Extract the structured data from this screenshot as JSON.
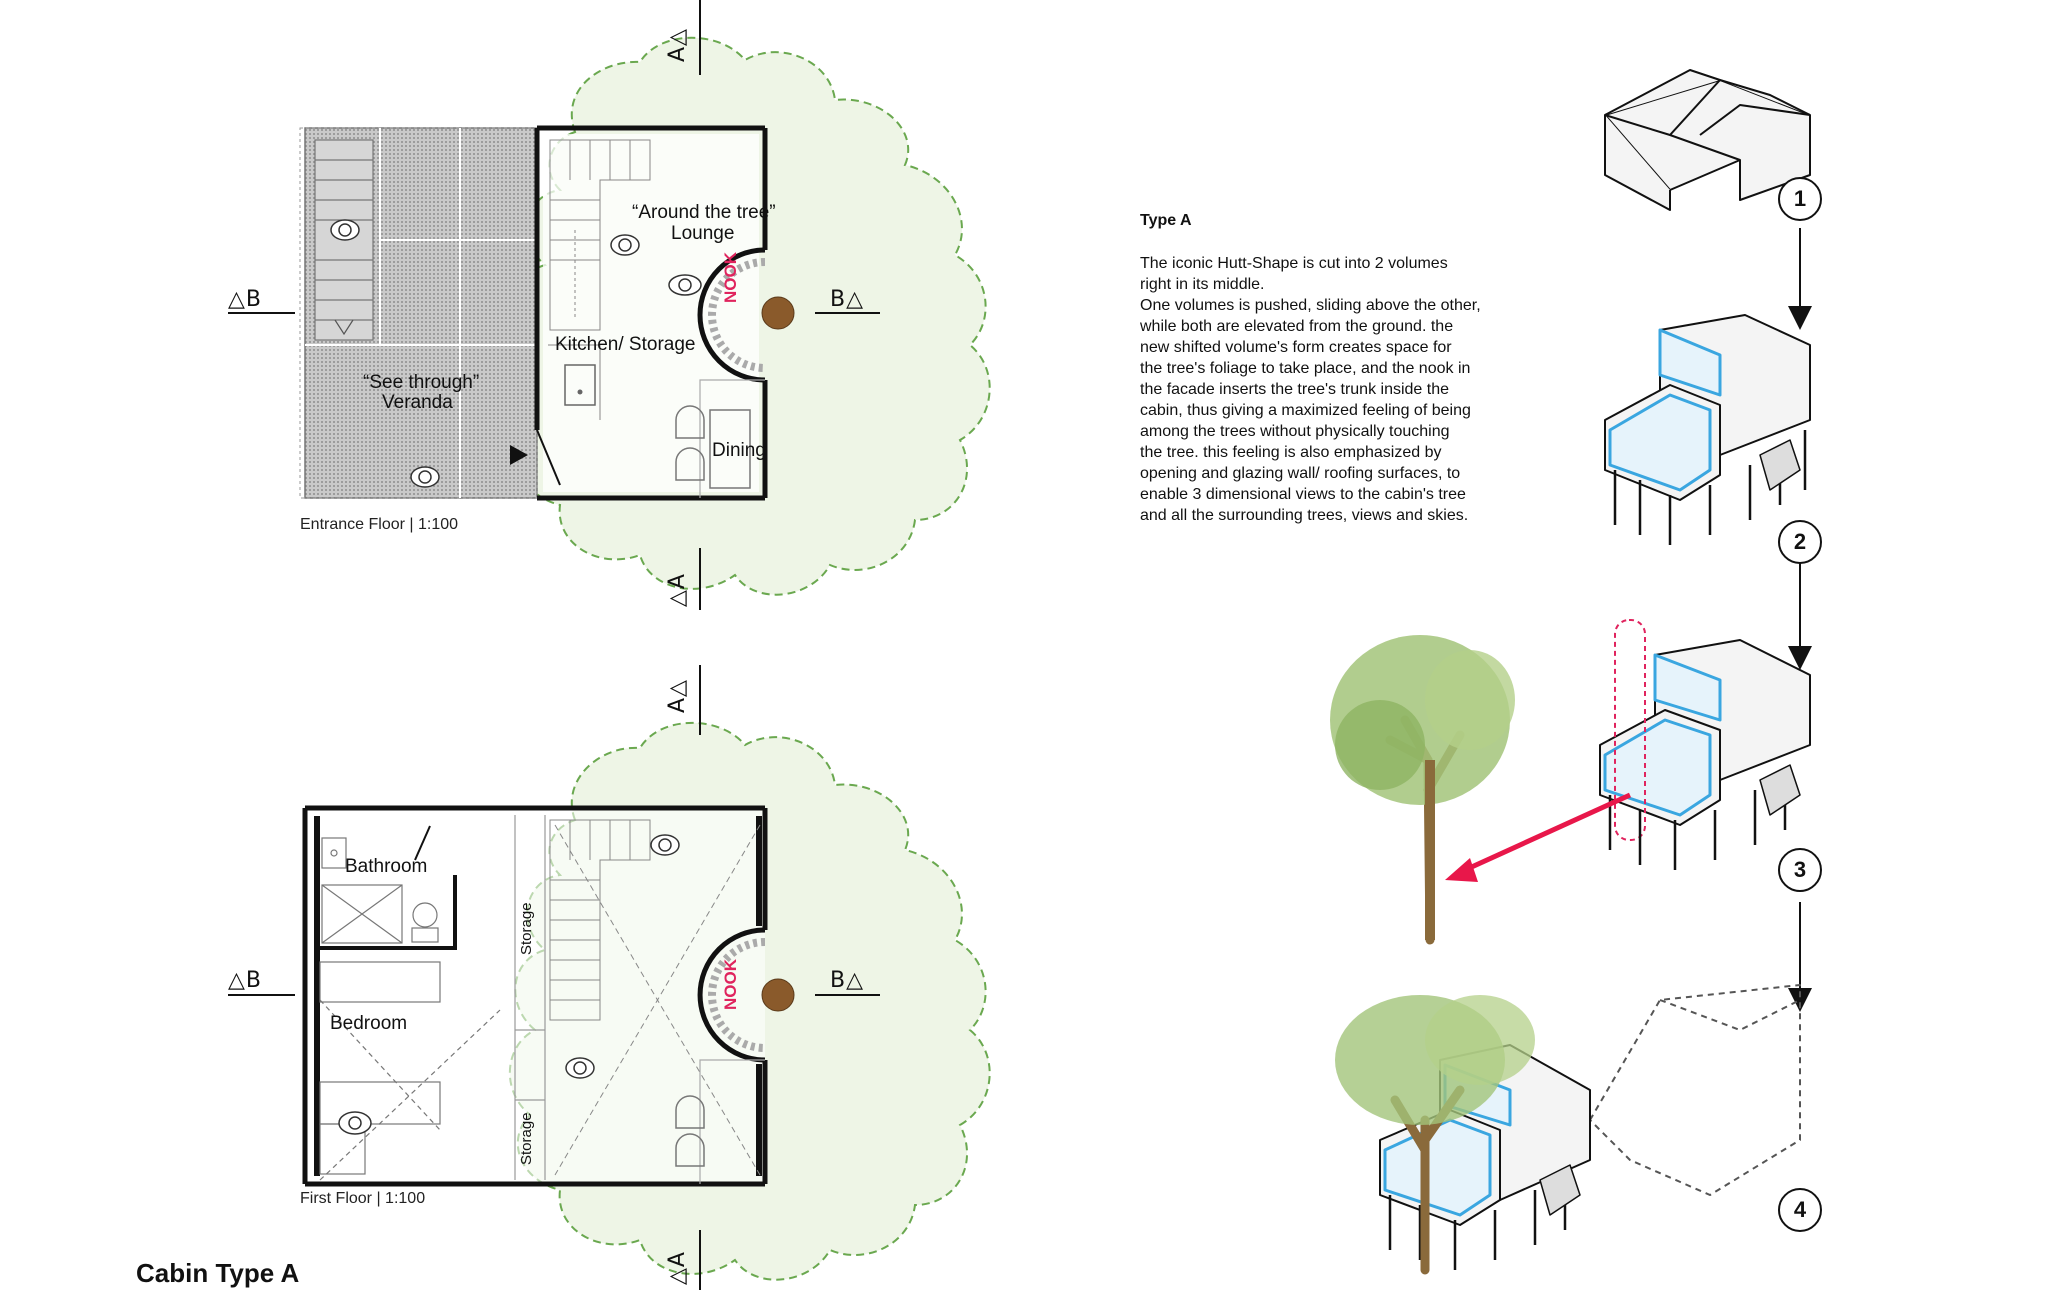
{
  "title": "Cabin Type A",
  "type_heading": "Type A",
  "description": [
    "The iconic Hutt-Shape is cut into 2 volumes",
    "right in its middle.",
    "One volumes is pushed, sliding above the other,",
    "while both are elevated from the ground. the",
    "new shifted volume's form creates space for",
    "the tree's foliage to take place, and the nook in",
    "the facade inserts the tree's trunk inside the",
    "cabin, thus giving a maximized feeling of being",
    "among the trees without physically touching",
    "the tree. this feeling is also emphasized by",
    "opening and glazing wall/ roofing surfaces, to",
    "enable 3 dimensional views to the cabin's tree",
    "and all the surrounding trees, views and skies."
  ],
  "entrance_floor": {
    "caption": "Entrance Floor | 1:100",
    "lounge_label_1": "“Around the tree”",
    "lounge_label_2": "Lounge",
    "veranda_label_1": "“See through”",
    "veranda_label_2": "Veranda",
    "kitchen_label": "Kitchen/ Storage",
    "dining_label": "Dining",
    "nook_label": "NOOK"
  },
  "first_floor": {
    "caption": "First Floor | 1:100",
    "bathroom_label": "Bathroom",
    "bedroom_label": "Bedroom",
    "storage_label_1": "Storage",
    "storage_label_2": "Storage",
    "nook_label": "NOOK"
  },
  "section_markers": {
    "a": "A",
    "b": "B",
    "triangle": "△"
  },
  "steps": [
    "1",
    "2",
    "3",
    "4"
  ],
  "colors": {
    "foliage_fill": "#eef5e6",
    "foliage_outline": "#6aa84f",
    "trunk": "#8a5a2b",
    "nook_text": "#e0245e",
    "glazing": "#3aa6e0",
    "arrow_red": "#e8174a",
    "hatch": "#b9b9b9"
  }
}
